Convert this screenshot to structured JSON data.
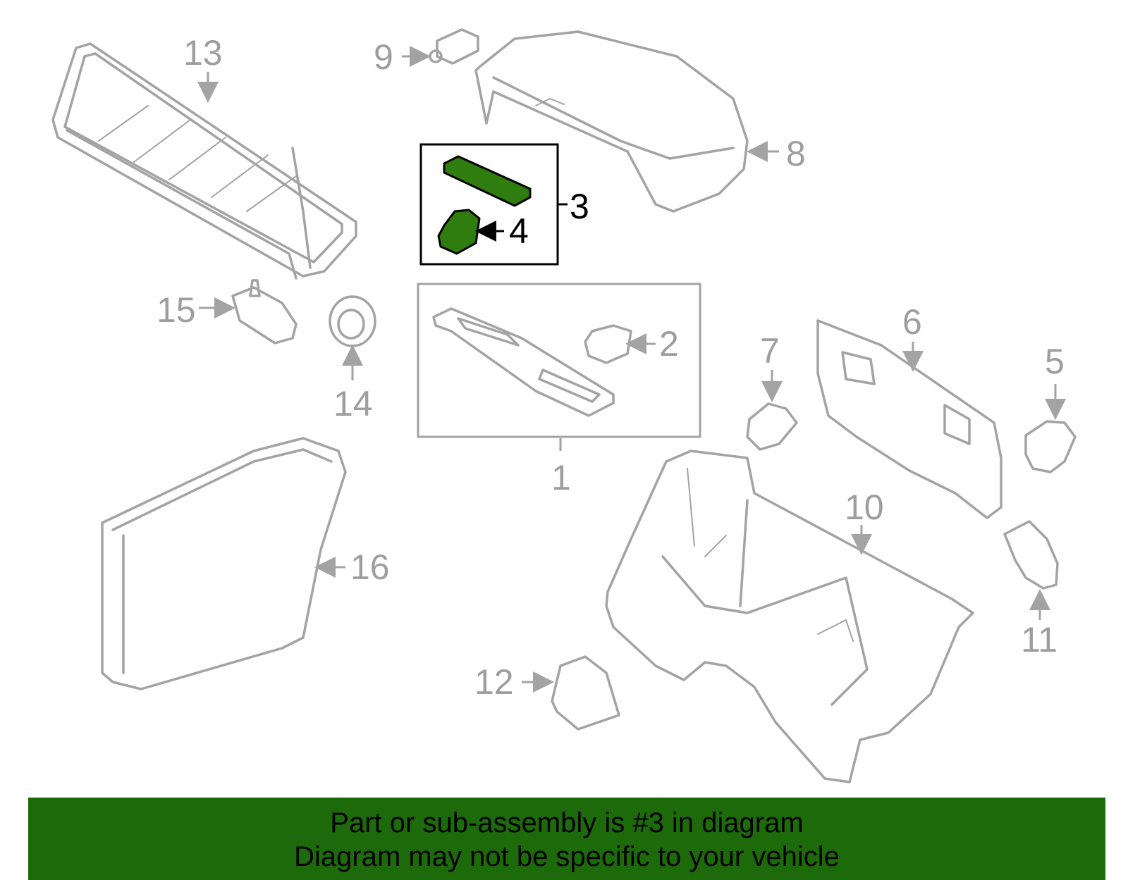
{
  "callouts": {
    "c1": "1",
    "c2": "2",
    "c3": "3",
    "c4": "4",
    "c5": "5",
    "c6": "6",
    "c7": "7",
    "c8": "8",
    "c9": "9",
    "c10": "10",
    "c11": "11",
    "c12": "12",
    "c13": "13",
    "c14": "14",
    "c15": "15",
    "c16": "16"
  },
  "highlighted_part": "3",
  "colors": {
    "highlight_fill": "#2e7d0e",
    "banner_bg": "#1d6a0a",
    "line_art": "#a3a3a3"
  },
  "banner": {
    "line1": "Part or sub-assembly is #3 in diagram",
    "line2": "Diagram may not be specific to your vehicle"
  }
}
